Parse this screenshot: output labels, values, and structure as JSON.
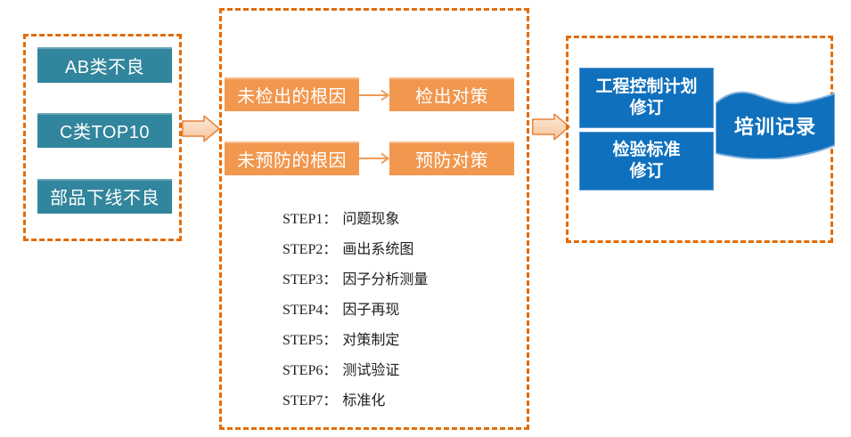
{
  "colors": {
    "dashed_border": "#E36C09",
    "teal_box": "#31859C",
    "orange_box": "#F2974E",
    "blue_box": "#0F70BD",
    "block_arrow_fill": "#FAD7B8",
    "block_arrow_stroke": "#E5823C",
    "line_arrow": "#ED9B56",
    "step_text": "#1F1F1F"
  },
  "left_panel": {
    "items": [
      {
        "label": "AB类不良"
      },
      {
        "label": "C类TOP10"
      },
      {
        "label": "部品下线不良"
      }
    ]
  },
  "middle_panel": {
    "rows": [
      {
        "cause": "未检出的根因",
        "measure": "检出对策"
      },
      {
        "cause": "未预防的根因",
        "measure": "预防对策"
      }
    ],
    "steps": [
      {
        "label": "STEP1：",
        "text": "问题现象"
      },
      {
        "label": "STEP2：",
        "text": "画出系统图"
      },
      {
        "label": "STEP3：",
        "text": "因子分析测量"
      },
      {
        "label": "STEP4：",
        "text": "因子再现"
      },
      {
        "label": "STEP5：",
        "text": "对策制定"
      },
      {
        "label": "STEP6：",
        "text": "测试验证"
      },
      {
        "label": "STEP7：",
        "text": "标准化"
      }
    ]
  },
  "right_panel": {
    "revision_boxes": [
      {
        "line1": "工程控制计划",
        "line2": "修订"
      },
      {
        "line1": "检验标准",
        "line2": "修订"
      }
    ],
    "flag_label": "培训记录"
  }
}
